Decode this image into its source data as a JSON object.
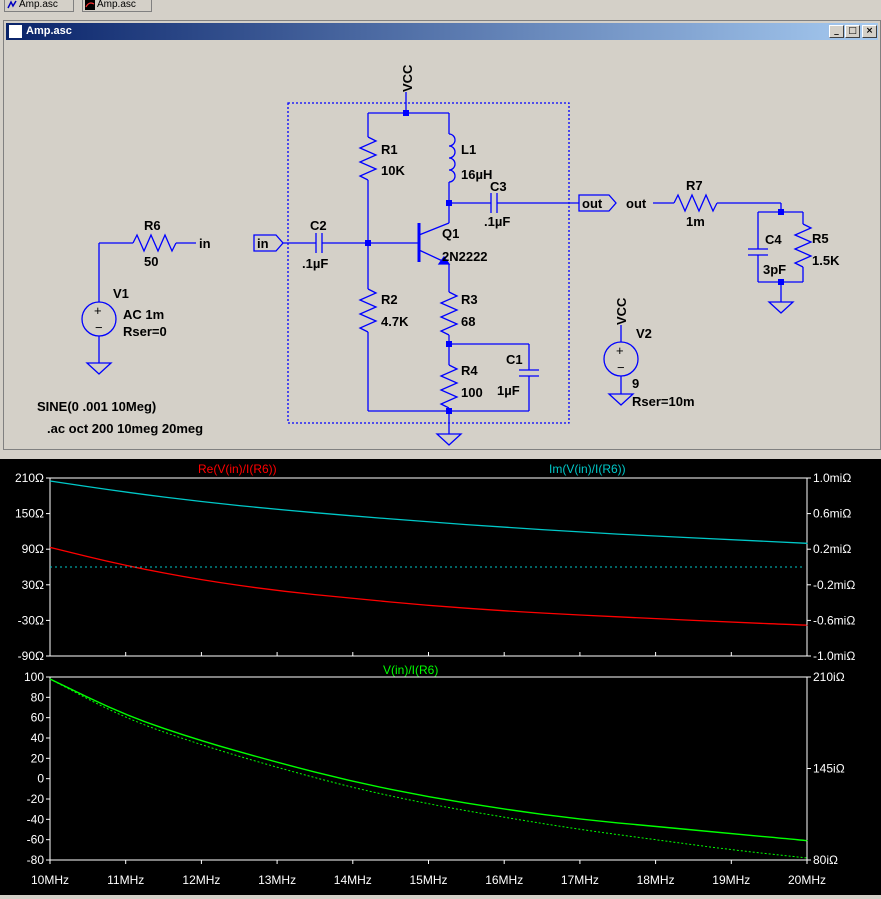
{
  "tabs": [
    {
      "label": "Amp.asc",
      "icon": "schematic-icon"
    },
    {
      "label": "Amp.asc",
      "icon": "waveform-icon"
    }
  ],
  "window": {
    "title": "Amp.asc",
    "buttons": {
      "minimize": "_",
      "maximize": "□",
      "close": "×"
    }
  },
  "schematic": {
    "nets": {
      "vcc_top": "VCC",
      "vcc_v2": "VCC",
      "in_r6": "in",
      "in_flag": "in",
      "out_flag": "out",
      "out_r7": "out"
    },
    "components": {
      "R1": {
        "name": "R1",
        "value": "10K"
      },
      "R2": {
        "name": "R2",
        "value": "4.7K"
      },
      "R3": {
        "name": "R3",
        "value": "68"
      },
      "R4": {
        "name": "R4",
        "value": "100"
      },
      "R5": {
        "name": "R5",
        "value": "1.5K"
      },
      "R6": {
        "name": "R6",
        "value": "50"
      },
      "R7": {
        "name": "R7",
        "value": "1m"
      },
      "L1": {
        "name": "L1",
        "value": "16µH"
      },
      "C1": {
        "name": "C1",
        "value": "1µF"
      },
      "C2": {
        "name": "C2",
        "value": ".1µF"
      },
      "C3": {
        "name": "C3",
        "value": ".1µF"
      },
      "C4": {
        "name": "C4",
        "value": "3pF"
      },
      "Q1": {
        "name": "Q1",
        "value": "2N2222"
      },
      "V1": {
        "name": "V1",
        "value": "AC 1m",
        "extra": "Rser=0"
      },
      "V2": {
        "name": "V2",
        "value": "9",
        "extra": "Rser=10m"
      }
    },
    "directives": [
      "SINE(0 .001 10Meg)",
      ".ac oct 200 10meg 20meg"
    ]
  },
  "colors": {
    "wire": "#0000ff",
    "junction": "#0000ff",
    "trace_re": "#ff0000",
    "trace_im": "#00c8c8",
    "trace_mag": "#00ff00",
    "axis": "#ffffff",
    "plot_bg": "#000000"
  },
  "chart_data": [
    {
      "type": "line",
      "x_label_ticks": [
        "10MHz",
        "11MHz",
        "12MHz",
        "13MHz",
        "14MHz",
        "15MHz",
        "16MHz",
        "17MHz",
        "18MHz",
        "19MHz",
        "20MHz"
      ],
      "left_axis": {
        "ticks": [
          "210Ω",
          "150Ω",
          "90Ω",
          "30Ω",
          "-30Ω",
          "-90Ω"
        ],
        "ylim": [
          -90,
          210
        ]
      },
      "right_axis": {
        "ticks": [
          "1.0miΩ",
          "0.6miΩ",
          "0.2miΩ",
          "-0.2miΩ",
          "-0.6miΩ",
          "-1.0miΩ"
        ],
        "ylim": [
          -1.0,
          1.0
        ]
      },
      "series": [
        {
          "name": "Re(V(in)/I(R6))",
          "axis": "left",
          "x": [
            10,
            11,
            12,
            13,
            14,
            15,
            16,
            17,
            18,
            19,
            20
          ],
          "values": [
            93,
            62,
            38,
            20,
            7,
            -5,
            -14,
            -21,
            -27,
            -33,
            -38
          ]
        },
        {
          "name": "Im(V(in)/I(R6))",
          "axis": "left",
          "x": [
            10,
            11,
            12,
            13,
            14,
            15,
            16,
            17,
            18,
            19,
            20
          ],
          "values": [
            205,
            186,
            170,
            157,
            146,
            136,
            127,
            119,
            112,
            106,
            100
          ]
        }
      ],
      "reference_line": {
        "axis": "right",
        "value": 0.0
      }
    },
    {
      "type": "line",
      "x_label_ticks": [
        "10MHz",
        "11MHz",
        "12MHz",
        "13MHz",
        "14MHz",
        "15MHz",
        "16MHz",
        "17MHz",
        "18MHz",
        "19MHz",
        "20MHz"
      ],
      "left_axis": {
        "ticks": [
          "100",
          "80",
          "60",
          "40",
          "20",
          "0",
          "-20",
          "-40",
          "-60",
          "-80"
        ],
        "ylim": [
          -80,
          100
        ]
      },
      "right_axis": {
        "ticks": [
          "210iΩ",
          "145iΩ",
          "80iΩ"
        ],
        "ylim": [
          80,
          210
        ]
      },
      "series": [
        {
          "name": "V(in)/I(R6)",
          "axis": "left",
          "x": [
            10,
            11,
            12,
            13,
            14,
            15,
            16,
            17,
            18,
            19,
            20
          ],
          "values": [
            98,
            62,
            37,
            16,
            -3,
            -18,
            -30,
            -40,
            -47,
            -54,
            -61
          ],
          "dash": "solid"
        },
        {
          "name": "",
          "axis": "left",
          "x": [
            10,
            11,
            12,
            13,
            14,
            15,
            16,
            17,
            18,
            19,
            20
          ],
          "values": [
            98,
            59,
            33,
            11,
            -9,
            -25,
            -38,
            -50,
            -60,
            -70,
            -78
          ],
          "dash": "dotted"
        }
      ]
    }
  ]
}
